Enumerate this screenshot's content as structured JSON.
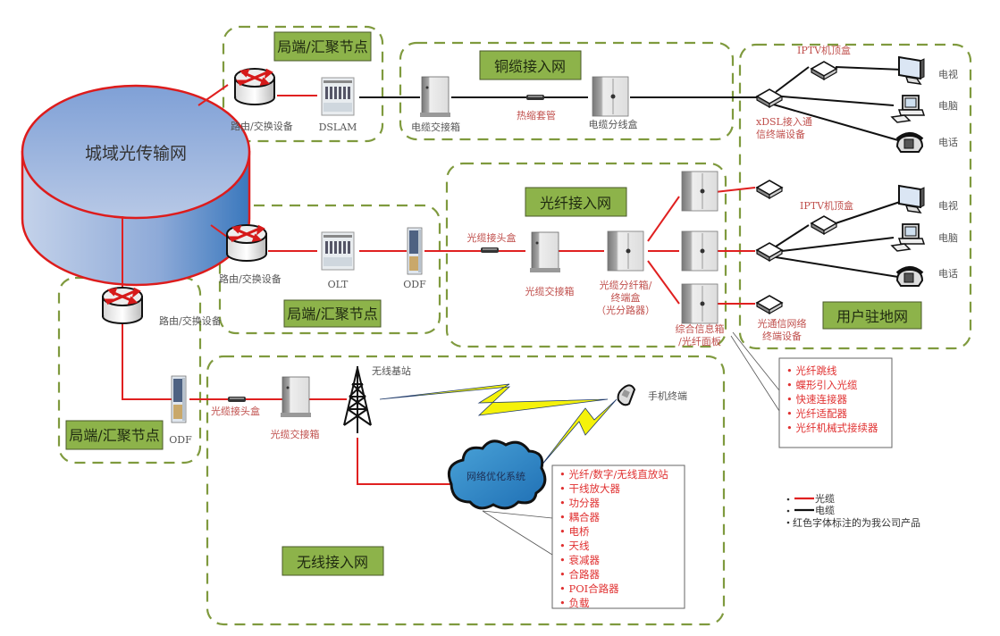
{
  "colors": {
    "fiber": "#e02020",
    "copper": "#111111",
    "zone_border": "#7f9a3e",
    "title_box_fill": "#8db34a",
    "title_box_border": "#4a5a2a",
    "red_label": "#c0504d",
    "product_red": "#e03030",
    "core_fill": "#8eaad8",
    "bolt": "#f5f20a"
  },
  "core_network": {
    "label": "城域光传输网"
  },
  "zones": {
    "node_top": {
      "title": "局端/汇聚节点"
    },
    "node_middle": {
      "title": "局端/汇聚节点"
    },
    "node_left": {
      "title": "局端/汇聚节点"
    },
    "copper_access": {
      "title": "铜缆接入网"
    },
    "fiber_access": {
      "title": "光纤接入网"
    },
    "customer_premises": {
      "title": "用户驻地网"
    },
    "wireless_access": {
      "title": "无线接入网"
    }
  },
  "devices": {
    "router_top": "路由/交换设备",
    "dslam": "DSLAM",
    "cable_cross_box": "电缆交接箱",
    "heat_shrink": "热缩套管",
    "cable_dist_box": "电缆分线盒",
    "xdsl_terminal": [
      "xDSL接入通",
      "信终端设备"
    ],
    "iptv_stb_top": "IPTV机顶盒",
    "tv_top": "电视",
    "pc_top": "电脑",
    "phone_top": "电话",
    "router_middle": "路由/交换设备",
    "olt": "OLT",
    "odf_middle": "ODF",
    "fiber_splice_box_mid": "光缆接头盒",
    "fiber_cross_box_mid": "光缆交接箱",
    "fiber_split_box": [
      "光缆分纤箱/",
      "终端盒",
      "（光分路器）"
    ],
    "info_box": [
      "综合信息箱",
      "/光纤面板"
    ],
    "iptv_stb_mid": "IPTV机顶盒",
    "tv_mid": "电视",
    "pc_mid": "电脑",
    "phone_mid": "电话",
    "ont": [
      "光通信网络",
      "终端设备"
    ],
    "router_left": "路由/交换设备",
    "odf_left": "ODF",
    "fiber_splice_box_low": "光缆接头盒",
    "fiber_cross_box_low": "光缆交接箱",
    "base_station": "无线基站",
    "mobile_terminal": "手机终端",
    "optimization_system": "网络优化系统"
  },
  "fiber_products": [
    "光纤跳线",
    "蝶形引入光缆",
    "快速连接器",
    "光纤适配器",
    "光纤机械式接续器"
  ],
  "wireless_products": [
    "光纤/数字/无线直放站",
    "干线放大器",
    "功分器",
    "耦合器",
    "电桥",
    "天线",
    "衰减器",
    "合路器",
    "POI合路器",
    "负载"
  ],
  "legend": {
    "fiber_label": "光缆",
    "copper_label": "电缆",
    "note": "红色字体标注的为我公司产品"
  }
}
